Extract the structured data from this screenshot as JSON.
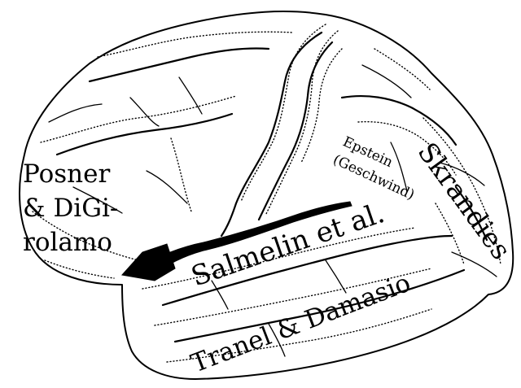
{
  "figure": {
    "labels": {
      "posner_line1": "Posner",
      "posner_line2": "& DiGi-",
      "posner_line3": "rolamo",
      "epstein_line1": "Epstein",
      "epstein_line2": "(Geschwind)",
      "salmelin": "Salmelin et al.",
      "skrandies": "Skrandies",
      "tranel": "Tranel & Damasio"
    },
    "colors": {
      "ink": "#000000",
      "paper": "#ffffff"
    }
  }
}
